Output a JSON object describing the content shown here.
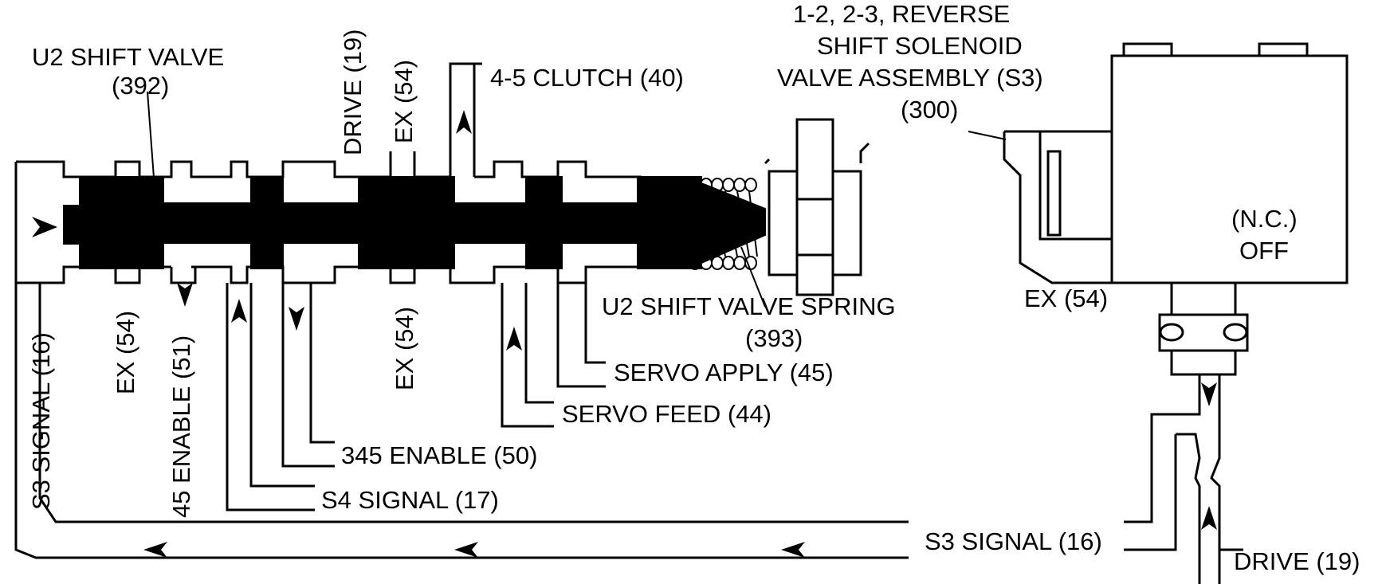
{
  "labels": {
    "u2_valve": [
      "U2 SHIFT VALVE",
      "(392)"
    ],
    "solenoid": [
      "1-2, 2-3, REVERSE",
      "SHIFT SOLENOID",
      "VALVE ASSEMBLY (S3)",
      "(300)"
    ],
    "drive_top": "DRIVE (19)",
    "ex_top": "EX (54)",
    "clutch_45": "4-5 CLUTCH (40)",
    "nc": "(N.C.)",
    "off": "OFF",
    "ex_solenoid": "EX (54)",
    "spring": [
      "U2 SHIFT VALVE SPRING",
      "(393)"
    ],
    "servo_apply": "SERVO APPLY (45)",
    "servo_feed": "SERVO FEED (44)",
    "enable_345": "345 ENABLE (50)",
    "s4_signal": "S4 SIGNAL (17)",
    "s3_signal_left": "S3 SIGNAL (16)",
    "ex_bottom_1": "EX (54)",
    "enable_45": "45 ENABLE (51)",
    "ex_bottom_2": "EX (54)",
    "s3_signal_right": "S3 SIGNAL (16)",
    "drive_bottom": "DRIVE (19)"
  }
}
